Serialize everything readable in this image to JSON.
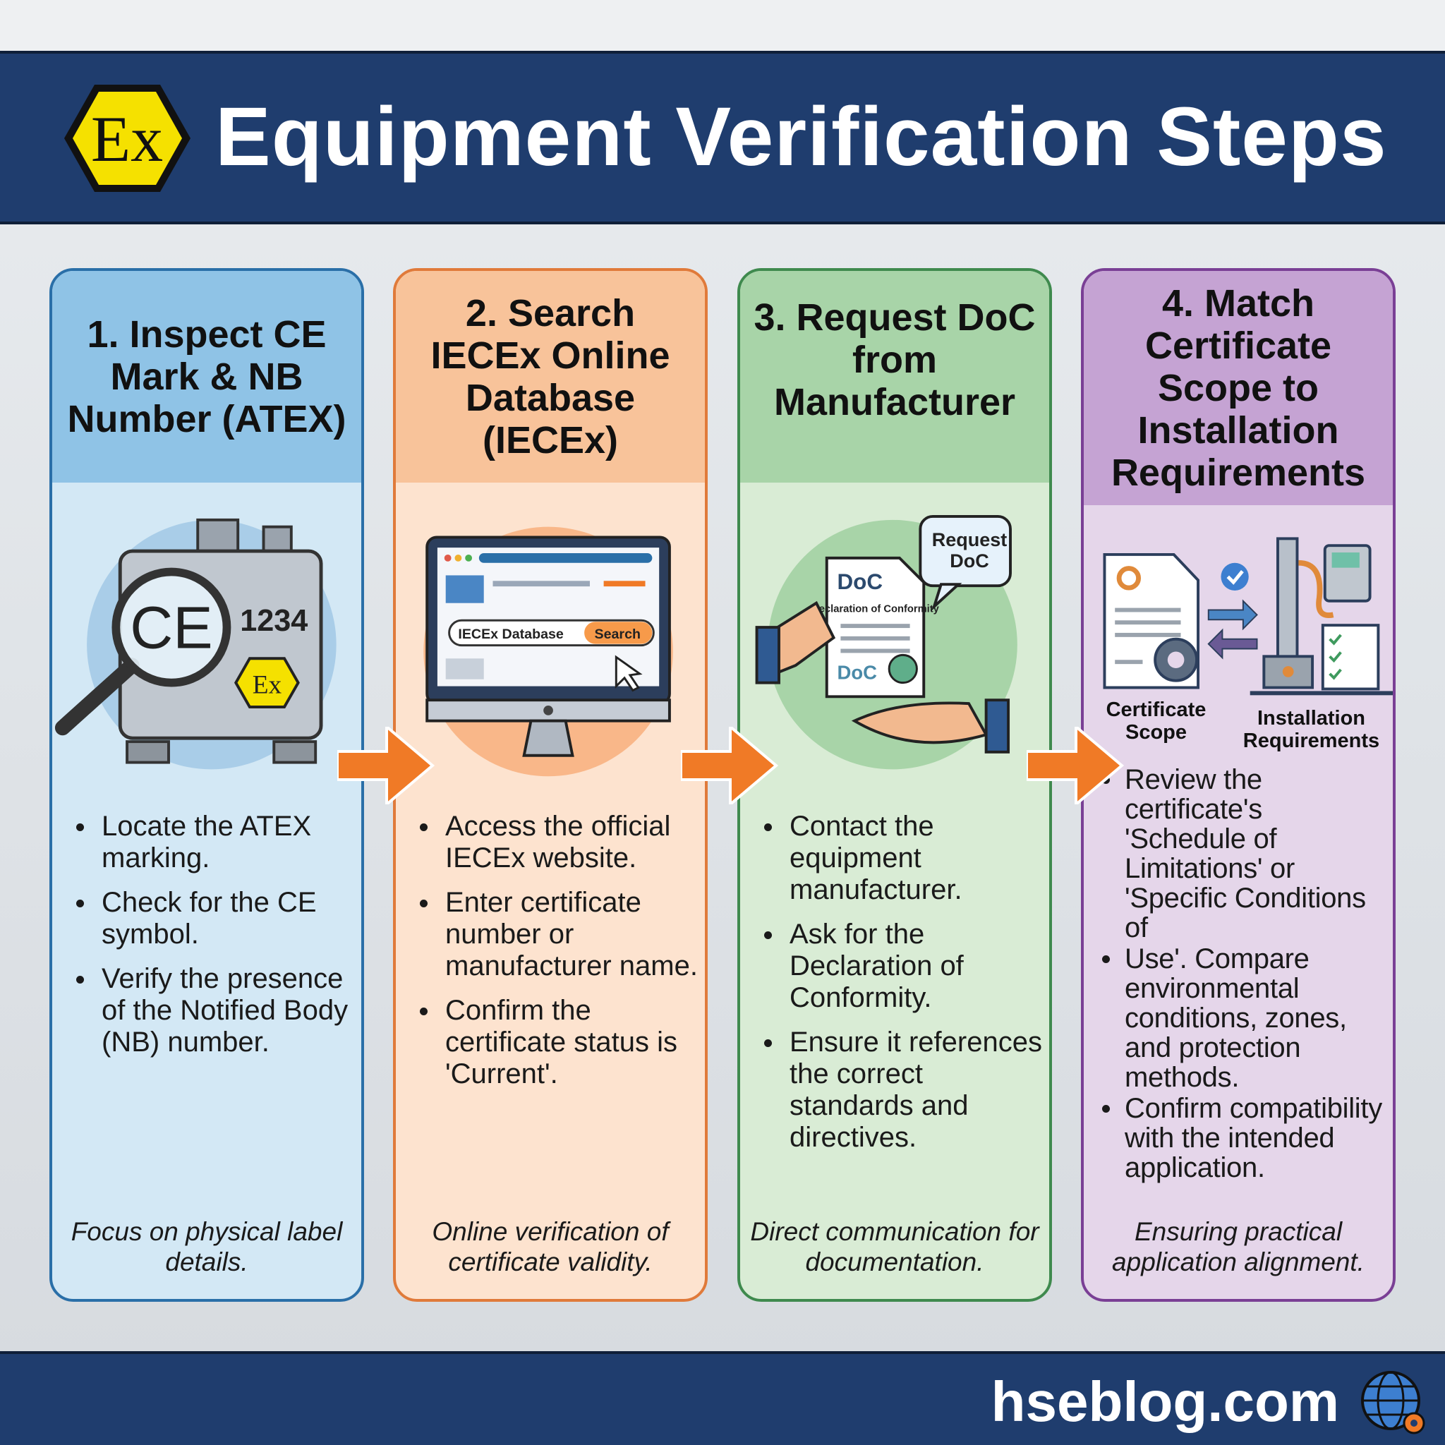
{
  "header": {
    "title": "Equipment Verification Steps",
    "logo_text": "Ex"
  },
  "steps": [
    {
      "title": "1. Inspect CE Mark & NB Number (ATEX)",
      "illustration": {
        "ce_mark": "CE",
        "nb_number": "1234",
        "ex_label": "Ex"
      },
      "bullets": [
        "Locate the ATEX marking.",
        "Check for the CE symbol.",
        "Verify the presence of the Notified Body (NB) number."
      ],
      "footer": "Focus on physical label details."
    },
    {
      "title": "2. Search IECEx Online Database (IECEx)",
      "illustration": {
        "search_value": "IECEx Database",
        "search_button": "Search"
      },
      "bullets": [
        "Access the official IECEx website.",
        "Enter certificate number or manufacturer name.",
        "Confirm the certificate status is 'Current'."
      ],
      "footer": "Online verification of certificate validity."
    },
    {
      "title": "3. Request DoC from Manufacturer",
      "illustration": {
        "speech": "Request DoC",
        "doc_title": "DoC",
        "doc_subtitle": "Declaration of Conformity",
        "doc_stamp": "DoC"
      },
      "bullets": [
        "Contact the equipment manufacturer.",
        "Ask for the Declaration of Conformity.",
        "Ensure it references the correct standards and directives."
      ],
      "footer": "Direct communication for documentation."
    },
    {
      "title": "4. Match Certificate Scope to Installation Requirements",
      "illustration": {
        "left_label": "Certificate Scope",
        "right_label": "Installation Requirements"
      },
      "bullets": [
        "Review the certificate's 'Schedule of Limitations' or 'Specific Conditions of",
        "Use'. Compare environmental conditions, zones, and protection methods.",
        "Confirm compatibility with the intended application."
      ],
      "footer": "Ensuring practical application alignment."
    }
  ],
  "footer": {
    "site": "hseblog.com"
  },
  "colors": {
    "navy": "#1f3d6e",
    "blue": "#2a6fa8",
    "orange": "#e07a3a",
    "green": "#3f8a4e",
    "purple": "#7a3f95",
    "arrow": "#f07a26",
    "ex_yellow": "#f5e100"
  }
}
